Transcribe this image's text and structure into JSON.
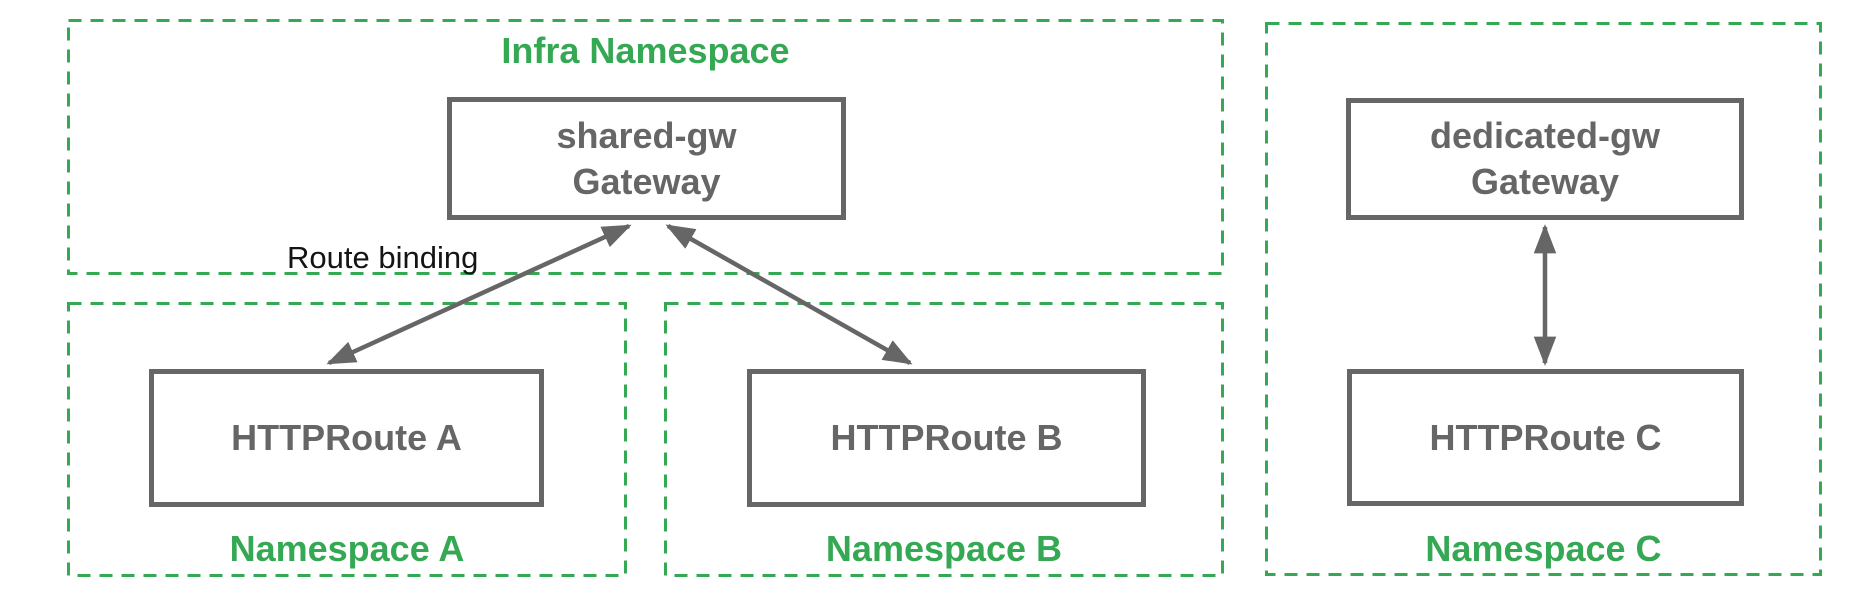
{
  "colors": {
    "namespace_green": "#34a853",
    "node_gray": "#666666",
    "annotation_black": "#141414",
    "background": "#ffffff"
  },
  "namespaces": {
    "infra": {
      "title": "Infra Namespace"
    },
    "a": {
      "title": "Namespace A"
    },
    "b": {
      "title": "Namespace B"
    },
    "c": {
      "title": "Namespace C"
    }
  },
  "nodes": {
    "shared_gw": {
      "name": "shared-gw",
      "kind": "Gateway"
    },
    "route_a": {
      "name": "HTTPRoute A"
    },
    "route_b": {
      "name": "HTTPRoute B"
    },
    "dedicated_gw": {
      "name": "dedicated-gw",
      "kind": "Gateway"
    },
    "route_c": {
      "name": "HTTPRoute C"
    }
  },
  "annotations": {
    "route_binding": "Route binding"
  },
  "edges": [
    {
      "from": "route_a",
      "to": "shared_gw",
      "style": "double-arrow",
      "label": "Route binding"
    },
    {
      "from": "route_b",
      "to": "shared_gw",
      "style": "double-arrow"
    },
    {
      "from": "route_c",
      "to": "dedicated_gw",
      "style": "double-arrow"
    }
  ]
}
